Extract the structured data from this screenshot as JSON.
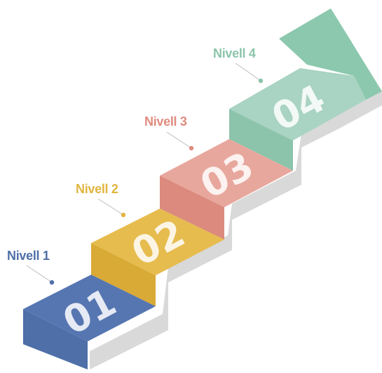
{
  "levels": [
    {
      "label": "Nivell 1",
      "number": "01",
      "color": "#4e6fa8"
    },
    {
      "label": "Nivell 2",
      "number": "02",
      "color": "#e2b53f"
    },
    {
      "label": "Nivell 3",
      "number": "03",
      "color": "#e08b7f"
    },
    {
      "label": "Nivell 4",
      "number": "04",
      "color": "#8cc4ab"
    }
  ],
  "colors": {
    "shadow": "#d9d9d9",
    "level1_top": "#5676b2",
    "level1_front": "#4e6fa8",
    "level2_top": "#e6bc4e",
    "level2_front": "#d9aa35",
    "level3_top": "#e8a79d",
    "level3_front": "#db8a7d",
    "level4_top": "#a9d3c2",
    "level4_front": "#8cc4ab",
    "arrow": "#8cc8ae"
  }
}
